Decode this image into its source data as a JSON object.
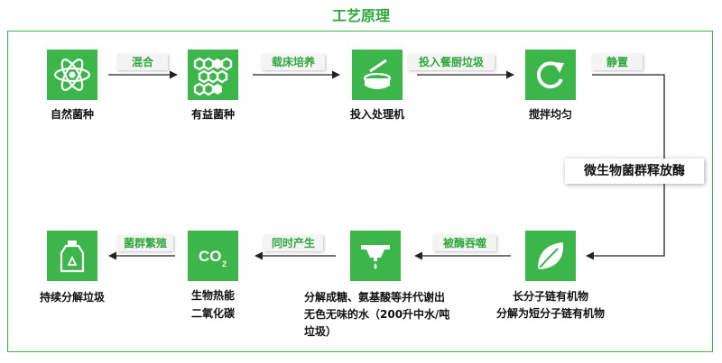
{
  "title": "工艺原理",
  "steps": [
    {
      "icon": "atom-icon",
      "label": [
        "自然菌种"
      ]
    },
    {
      "icon": "hexagons-icon",
      "label": [
        "有益菌种"
      ]
    },
    {
      "icon": "bowl-icon",
      "label": [
        "投入处理机"
      ]
    },
    {
      "icon": "refresh-icon",
      "label": [
        "搅拌均匀"
      ]
    },
    {
      "icon": "leaf-icon",
      "label": [
        "长分子链有机物",
        "分解为短分子链有机物"
      ]
    },
    {
      "icon": "faucet-icon",
      "label": [
        "分解成糖、氨基酸等并代谢出无色无味的水（200升中水/吨垃圾）"
      ]
    },
    {
      "icon": "co2-icon",
      "label": [
        "生物热能",
        "二氧化碳"
      ],
      "co2": "CO",
      "co2_sub": "2"
    },
    {
      "icon": "recycle-bottle-icon",
      "label": [
        "持续分解垃圾"
      ]
    }
  ],
  "connectors": [
    "混合",
    "载床培养",
    "投入餐厨垃圾",
    "静置",
    "被酶吞噬",
    "同时产生",
    "菌群繁殖"
  ],
  "center_label": "微生物菌群释放酶",
  "colors": {
    "accent": "#3cb54a",
    "text": "#111111"
  }
}
